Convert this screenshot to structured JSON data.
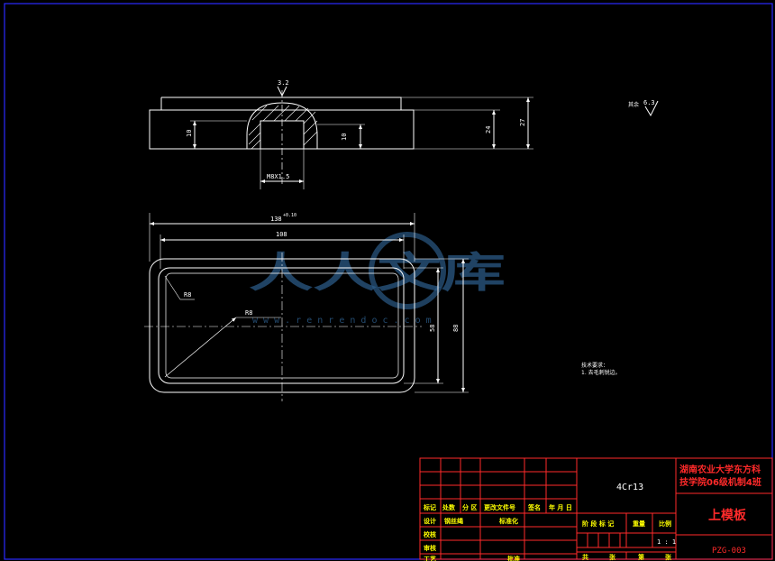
{
  "section_view": {
    "surface_symbol": "3.2",
    "dim_left_height": "10",
    "dim_center_height": "10",
    "dim_right_24": "24",
    "dim_right_27": "27",
    "thread_label": "M8X1.5"
  },
  "plan_view": {
    "dim_overall_width": "138",
    "dim_overall_tol": "+0.10",
    "dim_inner_width": "108",
    "dim_radius_small": "R8",
    "dim_radius_large": "R8",
    "dim_height_inner": "58",
    "dim_height_outer": "88"
  },
  "roughness_note": {
    "label": "其余",
    "value": "6.3"
  },
  "tech_requirements": {
    "title": "技术要求：",
    "line1": "1. 去毛刺锐边。"
  },
  "title_block": {
    "headers": [
      "标记",
      "处数",
      "分 区",
      "更改文件号",
      "签名",
      "年 月 日"
    ],
    "rows": {
      "design": "设计",
      "design_sig": "钢丝绳",
      "standardize": "标准化",
      "check": "校核",
      "review": "审核",
      "process": "工艺",
      "approve": "批准"
    },
    "stage_labels": [
      "阶 段 标 记",
      "重量",
      "比例"
    ],
    "scale": "1 : 1",
    "sheet_labels": [
      "共",
      "张",
      "第",
      "张"
    ],
    "material": "4Cr13",
    "school_line1": "湖南农业大学东方科",
    "school_line2": "技学院06级机制4班",
    "part_name": "上模板",
    "drawing_code": "PZG-003"
  },
  "watermark": {
    "text": "人人文库",
    "url": "w w w . r e n r e n d o c . c o m"
  }
}
